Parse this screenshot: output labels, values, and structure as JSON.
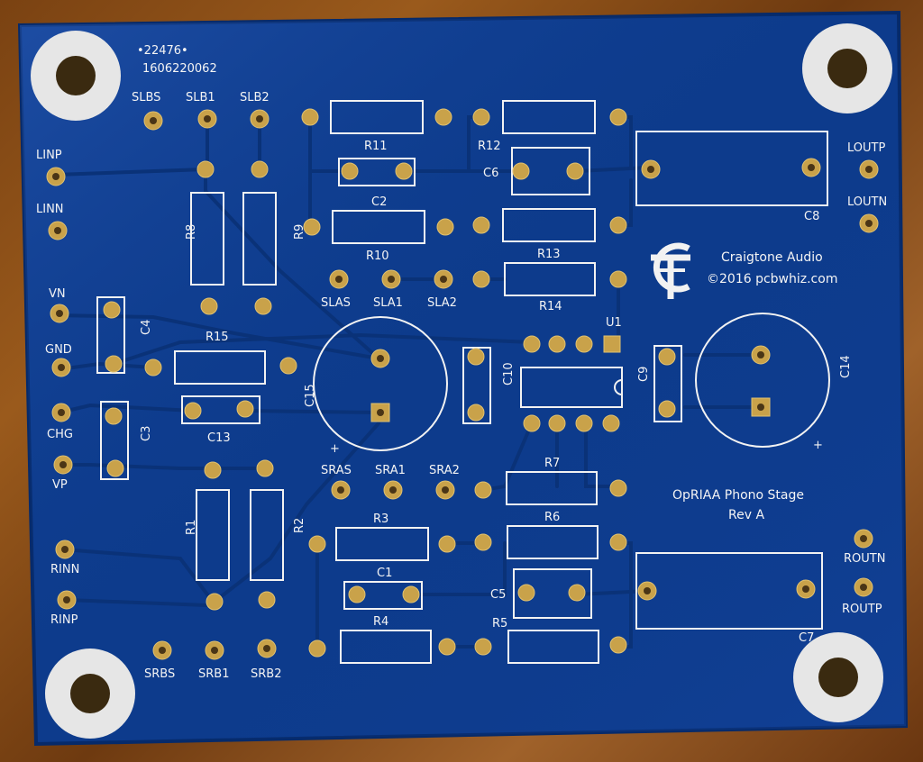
{
  "colors": {
    "board": "#0d3b8c",
    "board_edge": "#062a6a",
    "trace": "#0a3278",
    "silk": "#f2f2f2",
    "pad": "#c9a24a",
    "hole": "#4a3516",
    "mount_ring": "#e6e6e6",
    "mount_hole": "#3a2a10"
  },
  "header": {
    "serial": "•22476•",
    "code": "1606220062"
  },
  "branding": {
    "company": "Craigtone Audio",
    "copyright": "©2016 pcbwhiz.com",
    "logo_icon": "craigtone-logo-icon"
  },
  "product": {
    "name": "OpRIAA Phono Stage",
    "rev": "Rev A"
  },
  "ic": {
    "label": "U1"
  },
  "connectors": {
    "LINP": "LINP",
    "LINN": "LINN",
    "VN": "VN",
    "GND": "GND",
    "CHG": "CHG",
    "VP": "VP",
    "RINN": "RINN",
    "RINP": "RINP",
    "LOUTP": "LOUTP",
    "LOUTN": "LOUTN",
    "ROUTN": "ROUTN",
    "ROUTP": "ROUTP",
    "SLBS": "SLBS",
    "SLB1": "SLB1",
    "SLB2": "SLB2",
    "SLAS": "SLAS",
    "SLA1": "SLA1",
    "SLA2": "SLA2",
    "SRAS": "SRAS",
    "SRA1": "SRA1",
    "SRA2": "SRA2",
    "SRBS": "SRBS",
    "SRB1": "SRB1",
    "SRB2": "SRB2"
  },
  "components": {
    "R1": "R1",
    "R2": "R2",
    "R3": "R3",
    "R4": "R4",
    "R5": "R5",
    "R6": "R6",
    "R7": "R7",
    "R8": "R8",
    "R9": "R9",
    "R10": "R10",
    "R11": "R11",
    "R12": "R12",
    "R13": "R13",
    "R14": "R14",
    "R15": "R15",
    "C1": "C1",
    "C2": "C2",
    "C3": "C3",
    "C4": "C4",
    "C5": "C5",
    "C6": "C6",
    "C7": "C7",
    "C8": "C8",
    "C9": "C9",
    "C10": "C10",
    "C13": "C13",
    "C14": "C14",
    "C15": "C15"
  },
  "polarity": {
    "c15_plus": "+",
    "c14_plus": "+"
  }
}
